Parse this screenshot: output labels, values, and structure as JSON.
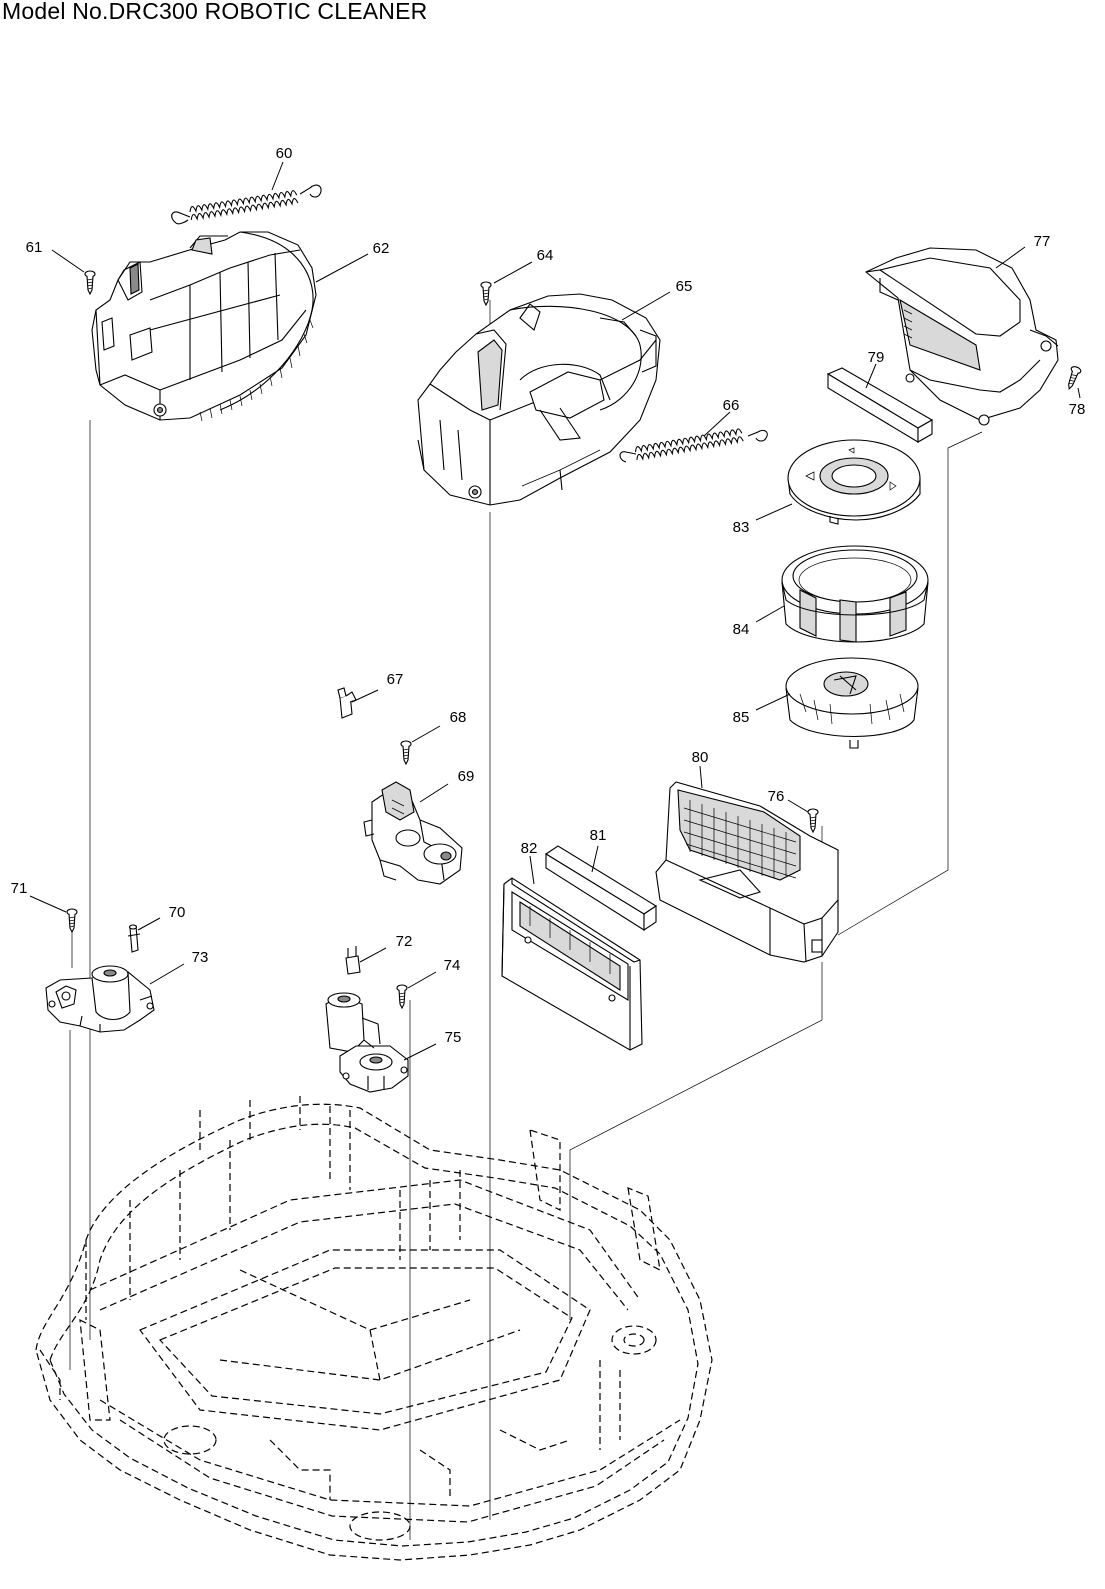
{
  "title": "Model No.DRC300 ROBOTIC CLEANER",
  "parts": [
    {
      "id": "60",
      "label": "60",
      "icon": "spring-icon"
    },
    {
      "id": "61",
      "label": "61",
      "icon": "screw-icon"
    },
    {
      "id": "62",
      "label": "62",
      "icon": "left-wheel-unit-housing-icon"
    },
    {
      "id": "64",
      "label": "64",
      "icon": "screw-icon"
    },
    {
      "id": "65",
      "label": "65",
      "icon": "right-wheel-unit-housing-icon"
    },
    {
      "id": "66",
      "label": "66",
      "icon": "spring-icon"
    },
    {
      "id": "67",
      "label": "67",
      "icon": "switch-icon"
    },
    {
      "id": "68",
      "label": "68",
      "icon": "screw-icon"
    },
    {
      "id": "69",
      "label": "69",
      "icon": "motor-gear-unit-icon"
    },
    {
      "id": "70",
      "label": "70",
      "icon": "spacer-pin-icon"
    },
    {
      "id": "71",
      "label": "71",
      "icon": "screw-icon"
    },
    {
      "id": "72",
      "label": "72",
      "icon": "switch-icon"
    },
    {
      "id": "73",
      "label": "73",
      "icon": "side-brush-motor-icon"
    },
    {
      "id": "74",
      "label": "74",
      "icon": "screw-icon"
    },
    {
      "id": "75",
      "label": "75",
      "icon": "side-brush-motor-icon"
    },
    {
      "id": "76",
      "label": "76",
      "icon": "screw-icon"
    },
    {
      "id": "77",
      "label": "77",
      "icon": "fan-cover-icon"
    },
    {
      "id": "78",
      "label": "78",
      "icon": "screw-icon"
    },
    {
      "id": "79",
      "label": "79",
      "icon": "foam-seal-icon"
    },
    {
      "id": "80",
      "label": "80",
      "icon": "duct-housing-icon"
    },
    {
      "id": "81",
      "label": "81",
      "icon": "filter-sponge-icon"
    },
    {
      "id": "82",
      "label": "82",
      "icon": "filter-frame-icon"
    },
    {
      "id": "83",
      "label": "83",
      "icon": "fan-cap-icon"
    },
    {
      "id": "84",
      "label": "84",
      "icon": "fan-ring-icon"
    },
    {
      "id": "85",
      "label": "85",
      "icon": "fan-impeller-icon"
    }
  ],
  "base": {
    "icon": "chassis-base-dashed-icon"
  }
}
